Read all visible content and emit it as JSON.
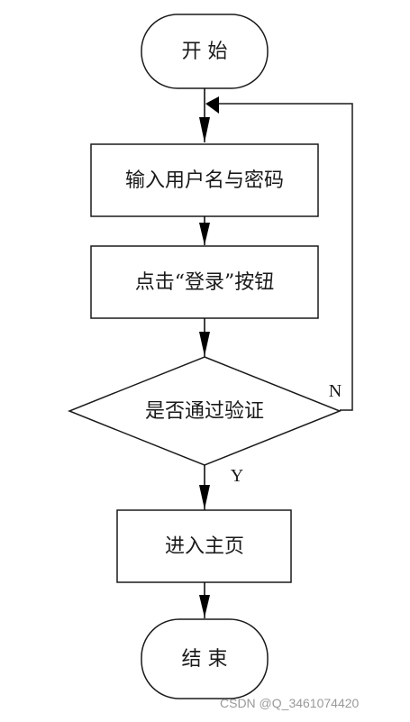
{
  "flowchart": {
    "nodes": {
      "start": {
        "label": "开 始"
      },
      "input_credentials": {
        "label": "输入用户名与密码"
      },
      "click_login": {
        "label": "点击“登录”按钮"
      },
      "verify": {
        "label": "是否通过验证"
      },
      "enter_home": {
        "label": "进入主页"
      },
      "end": {
        "label": "结 束"
      }
    },
    "edges": {
      "no_label": "N",
      "yes_label": "Y"
    }
  },
  "watermark": "CSDN @Q_3461074420"
}
